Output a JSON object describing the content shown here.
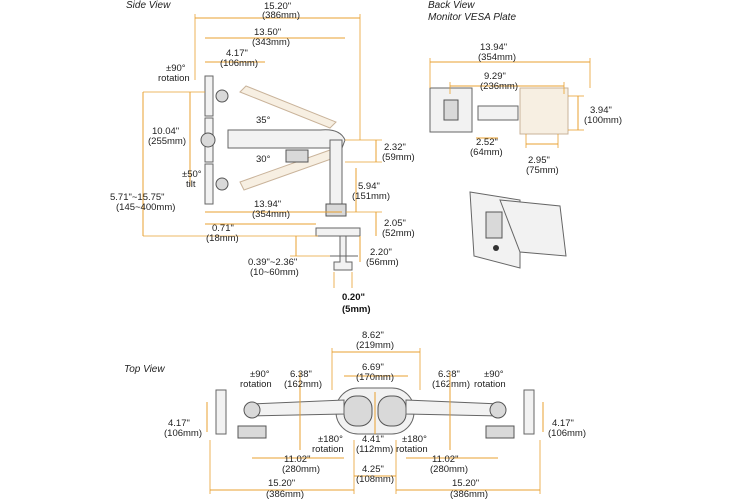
{
  "titles": {
    "side": "Side View",
    "back1": "Back View",
    "back2": "Monitor VESA Plate",
    "top": "Top View"
  },
  "side": {
    "d1520": "15.20\"",
    "d1520m": "(386mm)",
    "d1350": "13.50\"",
    "d1350m": "(343mm)",
    "d417": "4.17\"",
    "d417m": "(106mm)",
    "rot90": "±90°",
    "rot90b": "rotation",
    "d1004": "10.04\"",
    "d1004m": "(255mm)",
    "a35": "35°",
    "a30": "30°",
    "tilt": "±50°",
    "tiltb": "tilt",
    "d571": "5.71\"~15.75\"",
    "d571m": "(145~400mm)",
    "d1394": "13.94\"",
    "d1394m": "(354mm)",
    "d232": "2.32\"",
    "d232m": "(59mm)",
    "d594": "5.94\"",
    "d594m": "(151mm)",
    "d205": "2.05\"",
    "d205m": "(52mm)",
    "d071": "0.71\"",
    "d071m": "(18mm)",
    "d039": "0.39\"~2.36\"",
    "d039m": "(10~60mm)",
    "d220": "2.20\"",
    "d220m": "(56mm)",
    "d020": "0.20\"",
    "d020m": "(5mm)"
  },
  "back": {
    "d1394": "13.94\"",
    "d1394m": "(354mm)",
    "d929": "9.29\"",
    "d929m": "(236mm)",
    "d394": "3.94\"",
    "d394m": "(100mm)",
    "d252": "2.52\"",
    "d252m": "(64mm)",
    "d295": "2.95\"",
    "d295m": "(75mm)"
  },
  "top": {
    "d862": "8.62\"",
    "d862m": "(219mm)",
    "d669": "6.69\"",
    "d669m": "(170mm)",
    "d638l": "6.38\"",
    "d638lm": "(162mm)",
    "d638r": "6.38\"",
    "d638rm": "(162mm)",
    "rotl": "±90°",
    "rotlb": "rotation",
    "rotr": "±90°",
    "rotrb": "rotation",
    "d417l": "4.17\"",
    "d417lm": "(106mm)",
    "d417r": "4.17\"",
    "d417rm": "(106mm)",
    "rot180l": "±180°",
    "rot180lb": "rotation",
    "rot180r": "±180°",
    "rot180rb": "rotation",
    "d441": "4.41\"",
    "d441m": "(112mm)",
    "d1102l": "11.02\"",
    "d1102lm": "(280mm)",
    "d1102r": "11.02\"",
    "d1102rm": "(280mm)",
    "d425": "4.25\"",
    "d425m": "(108mm)",
    "d1520l": "15.20\"",
    "d1520lm": "(386mm)",
    "d1520r": "15.20\"",
    "d1520rm": "(386mm)"
  },
  "colors": {
    "dimension": "#e8a030",
    "part": "#f2f2f2",
    "outline": "#666666"
  }
}
